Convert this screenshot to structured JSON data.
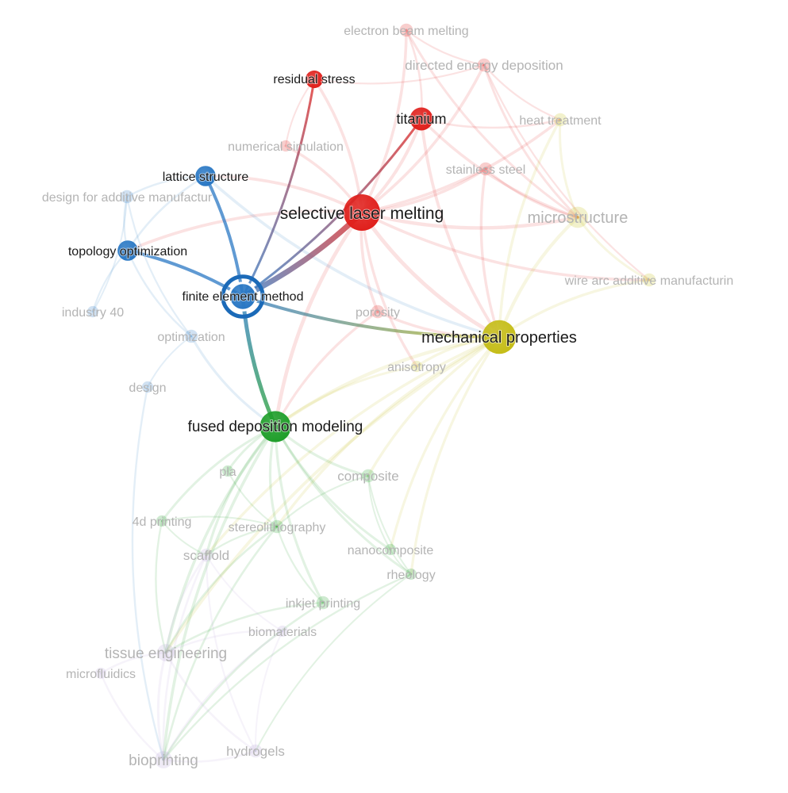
{
  "colors": {
    "red": "#e0201c",
    "yellow": "#c5bd18",
    "blue": "#2a78c4",
    "green": "#1f9e2a",
    "purple": "#b7a6d8",
    "focus_ring": "#1b6ab8",
    "label_active": "#1a1a1a",
    "label_dim": "#b4b4b4"
  },
  "focus_node": "finite element method",
  "nodes": [
    {
      "label": "selective laser melting",
      "cluster": "red",
      "weight": 10,
      "active": true
    },
    {
      "label": "titanium",
      "cluster": "red",
      "weight": 5,
      "active": true
    },
    {
      "label": "residual stress",
      "cluster": "red",
      "weight": 3,
      "active": true
    },
    {
      "label": "electron beam melting",
      "cluster": "red",
      "weight": 3,
      "active": false
    },
    {
      "label": "directed energy deposition",
      "cluster": "red",
      "weight": 3,
      "active": false
    },
    {
      "label": "numerical simulation",
      "cluster": "red",
      "weight": 2,
      "active": false
    },
    {
      "label": "stainless steel",
      "cluster": "red",
      "weight": 3,
      "active": false
    },
    {
      "label": "porosity",
      "cluster": "red",
      "weight": 3,
      "active": false
    },
    {
      "label": "heat treatment",
      "cluster": "yellow",
      "weight": 3,
      "active": false
    },
    {
      "label": "microstructure",
      "cluster": "yellow",
      "weight": 7,
      "active": false
    },
    {
      "label": "wire arc additive manufacturin",
      "cluster": "yellow",
      "weight": 3,
      "active": false
    },
    {
      "label": "mechanical properties",
      "cluster": "yellow",
      "weight": 9,
      "active": true
    },
    {
      "label": "anisotropy",
      "cluster": "yellow",
      "weight": 2,
      "active": false
    },
    {
      "label": "lattice structure",
      "cluster": "blue",
      "weight": 4,
      "active": true
    },
    {
      "label": "design for additive manufactur",
      "cluster": "blue",
      "weight": 3,
      "active": false
    },
    {
      "label": "topology optimization",
      "cluster": "blue",
      "weight": 4,
      "active": true
    },
    {
      "label": "finite element method",
      "cluster": "blue",
      "weight": 6,
      "active": true
    },
    {
      "label": "industry 40",
      "cluster": "blue",
      "weight": 2,
      "active": false
    },
    {
      "label": "optimization",
      "cluster": "blue",
      "weight": 3,
      "active": false
    },
    {
      "label": "design",
      "cluster": "blue",
      "weight": 2,
      "active": false
    },
    {
      "label": "fused deposition modeling",
      "cluster": "green",
      "weight": 8,
      "active": true
    },
    {
      "label": "pla",
      "cluster": "green",
      "weight": 2,
      "active": false
    },
    {
      "label": "composite",
      "cluster": "green",
      "weight": 3,
      "active": false
    },
    {
      "label": "4d printing",
      "cluster": "green",
      "weight": 2,
      "active": false
    },
    {
      "label": "stereolithography",
      "cluster": "green",
      "weight": 3,
      "active": false
    },
    {
      "label": "nanocomposite",
      "cluster": "green",
      "weight": 2,
      "active": false
    },
    {
      "label": "rheology",
      "cluster": "green",
      "weight": 2,
      "active": false
    },
    {
      "label": "inkjet printing",
      "cluster": "green",
      "weight": 3,
      "active": false
    },
    {
      "label": "scaffold",
      "cluster": "purple",
      "weight": 3,
      "active": false
    },
    {
      "label": "biomaterials",
      "cluster": "purple",
      "weight": 2,
      "active": false
    },
    {
      "label": "tissue engineering",
      "cluster": "purple",
      "weight": 5,
      "active": false
    },
    {
      "label": "microfluidics",
      "cluster": "purple",
      "weight": 2,
      "active": false
    },
    {
      "label": "bioprinting",
      "cluster": "purple",
      "weight": 5,
      "active": false
    },
    {
      "label": "hydrogels",
      "cluster": "purple",
      "weight": 3,
      "active": false
    }
  ],
  "highlighted_links": [
    [
      "finite element method",
      "selective laser melting"
    ],
    [
      "finite element method",
      "titanium"
    ],
    [
      "finite element method",
      "residual stress"
    ],
    [
      "finite element method",
      "lattice structure"
    ],
    [
      "finite element method",
      "topology optimization"
    ],
    [
      "finite element method",
      "mechanical properties"
    ],
    [
      "finite element method",
      "fused deposition modeling"
    ]
  ],
  "faint_links": [
    [
      "selective laser melting",
      "mechanical properties"
    ],
    [
      "selective laser melting",
      "microstructure"
    ],
    [
      "selective laser melting",
      "titanium"
    ],
    [
      "selective laser melting",
      "residual stress"
    ],
    [
      "selective laser melting",
      "electron beam melting"
    ],
    [
      "selective laser melting",
      "directed energy deposition"
    ],
    [
      "selective laser melting",
      "stainless steel"
    ],
    [
      "selective laser melting",
      "porosity"
    ],
    [
      "selective laser melting",
      "numerical simulation"
    ],
    [
      "selective laser melting",
      "heat treatment"
    ],
    [
      "selective laser melting",
      "wire arc additive manufacturin"
    ],
    [
      "selective laser melting",
      "anisotropy"
    ],
    [
      "selective laser melting",
      "lattice structure"
    ],
    [
      "selective laser melting",
      "topology optimization"
    ],
    [
      "selective laser melting",
      "fused deposition modeling"
    ],
    [
      "titanium",
      "microstructure"
    ],
    [
      "titanium",
      "mechanical properties"
    ],
    [
      "titanium",
      "electron beam melting"
    ],
    [
      "titanium",
      "heat treatment"
    ],
    [
      "residual stress",
      "numerical simulation"
    ],
    [
      "residual stress",
      "directed energy deposition"
    ],
    [
      "electron beam melting",
      "directed energy deposition"
    ],
    [
      "electron beam melting",
      "microstructure"
    ],
    [
      "directed energy deposition",
      "microstructure"
    ],
    [
      "directed energy deposition",
      "wire arc additive manufacturin"
    ],
    [
      "directed energy deposition",
      "heat treatment"
    ],
    [
      "stainless steel",
      "microstructure"
    ],
    [
      "stainless steel",
      "mechanical properties"
    ],
    [
      "porosity",
      "mechanical properties"
    ],
    [
      "porosity",
      "fused deposition modeling"
    ],
    [
      "heat treatment",
      "microstructure"
    ],
    [
      "heat treatment",
      "mechanical properties"
    ],
    [
      "microstructure",
      "mechanical properties"
    ],
    [
      "microstructure",
      "wire arc additive manufacturin"
    ],
    [
      "wire arc additive manufacturin",
      "mechanical properties"
    ],
    [
      "mechanical properties",
      "anisotropy"
    ],
    [
      "mechanical properties",
      "fused deposition modeling"
    ],
    [
      "mechanical properties",
      "composite"
    ],
    [
      "mechanical properties",
      "stereolithography"
    ],
    [
      "mechanical properties",
      "scaffold"
    ],
    [
      "mechanical properties",
      "tissue engineering"
    ],
    [
      "mechanical properties",
      "nanocomposite"
    ],
    [
      "mechanical properties",
      "rheology"
    ],
    [
      "anisotropy",
      "fused deposition modeling"
    ],
    [
      "lattice structure",
      "design for additive manufactur"
    ],
    [
      "lattice structure",
      "topology optimization"
    ],
    [
      "lattice structure",
      "mechanical properties"
    ],
    [
      "design for additive manufactur",
      "topology optimization"
    ],
    [
      "design for additive manufactur",
      "optimization"
    ],
    [
      "topology optimization",
      "optimization"
    ],
    [
      "topology optimization",
      "industry 40"
    ],
    [
      "optimization",
      "design"
    ],
    [
      "optimization",
      "fused deposition modeling"
    ],
    [
      "industry 40",
      "design for additive manufactur"
    ],
    [
      "fused deposition modeling",
      "pla"
    ],
    [
      "fused deposition modeling",
      "composite"
    ],
    [
      "fused deposition modeling",
      "4d printing"
    ],
    [
      "fused deposition modeling",
      "stereolithography"
    ],
    [
      "fused deposition modeling",
      "nanocomposite"
    ],
    [
      "fused deposition modeling",
      "rheology"
    ],
    [
      "fused deposition modeling",
      "inkjet printing"
    ],
    [
      "fused deposition modeling",
      "scaffold"
    ],
    [
      "fused deposition modeling",
      "tissue engineering"
    ],
    [
      "fused deposition modeling",
      "bioprinting"
    ],
    [
      "composite",
      "nanocomposite"
    ],
    [
      "composite",
      "stereolithography"
    ],
    [
      "composite",
      "rheology"
    ],
    [
      "stereolithography",
      "inkjet printing"
    ],
    [
      "stereolithography",
      "4d printing"
    ],
    [
      "stereolithography",
      "scaffold"
    ],
    [
      "stereolithography",
      "tissue engineering"
    ],
    [
      "stereolithography",
      "bioprinting"
    ],
    [
      "nanocomposite",
      "rheology"
    ],
    [
      "inkjet printing",
      "bioprinting"
    ],
    [
      "inkjet printing",
      "tissue engineering"
    ],
    [
      "rheology",
      "hydrogels"
    ],
    [
      "rheology",
      "bioprinting"
    ],
    [
      "4d printing",
      "scaffold"
    ],
    [
      "4d printing",
      "tissue engineering"
    ],
    [
      "scaffold",
      "tissue engineering"
    ],
    [
      "scaffold",
      "bioprinting"
    ],
    [
      "scaffold",
      "biomaterials"
    ],
    [
      "scaffold",
      "hydrogels"
    ],
    [
      "biomaterials",
      "tissue engineering"
    ],
    [
      "biomaterials",
      "bioprinting"
    ],
    [
      "biomaterials",
      "hydrogels"
    ],
    [
      "tissue engineering",
      "bioprinting"
    ],
    [
      "tissue engineering",
      "hydrogels"
    ],
    [
      "tissue engineering",
      "microfluidics"
    ],
    [
      "microfluidics",
      "bioprinting"
    ],
    [
      "bioprinting",
      "hydrogels"
    ],
    [
      "design",
      "bioprinting"
    ],
    [
      "pla",
      "stereolithography"
    ]
  ]
}
